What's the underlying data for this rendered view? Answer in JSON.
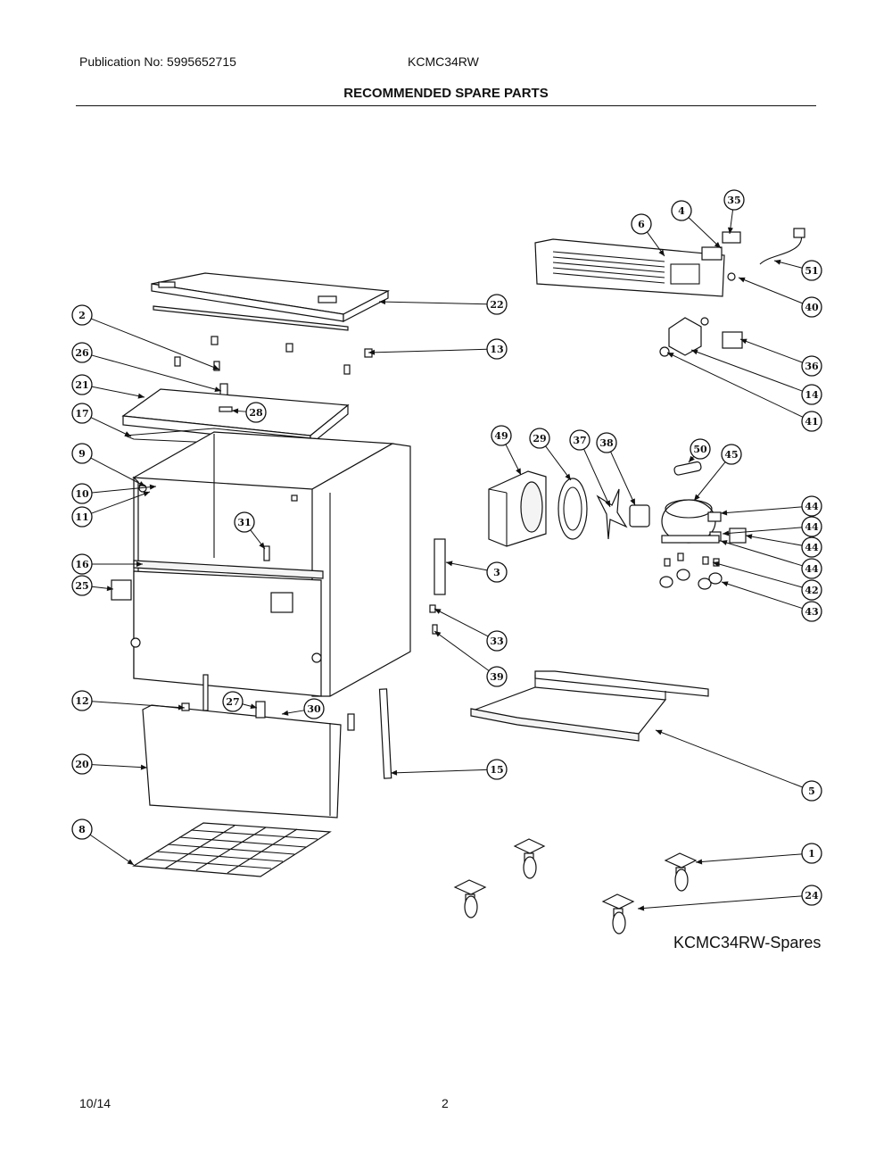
{
  "header": {
    "publication": "Publication No: 5995652715",
    "model": "KCMC34RW",
    "title": "RECOMMENDED SPARE PARTS"
  },
  "caption": "KCMC34RW-Spares",
  "footer": {
    "date": "10/14",
    "page": "2"
  },
  "callouts": [
    {
      "n": "35"
    },
    {
      "n": "4"
    },
    {
      "n": "6"
    },
    {
      "n": "51"
    },
    {
      "n": "40"
    },
    {
      "n": "22"
    },
    {
      "n": "2"
    },
    {
      "n": "13"
    },
    {
      "n": "26"
    },
    {
      "n": "36"
    },
    {
      "n": "21"
    },
    {
      "n": "14"
    },
    {
      "n": "28"
    },
    {
      "n": "17"
    },
    {
      "n": "41"
    },
    {
      "n": "49"
    },
    {
      "n": "29"
    },
    {
      "n": "37"
    },
    {
      "n": "38"
    },
    {
      "n": "9"
    },
    {
      "n": "50"
    },
    {
      "n": "45"
    },
    {
      "n": "10"
    },
    {
      "n": "11"
    },
    {
      "n": "44"
    },
    {
      "n": "31"
    },
    {
      "n": "44"
    },
    {
      "n": "44"
    },
    {
      "n": "16"
    },
    {
      "n": "3"
    },
    {
      "n": "44"
    },
    {
      "n": "25"
    },
    {
      "n": "42"
    },
    {
      "n": "43"
    },
    {
      "n": "33"
    },
    {
      "n": "39"
    },
    {
      "n": "12"
    },
    {
      "n": "27"
    },
    {
      "n": "30"
    },
    {
      "n": "20"
    },
    {
      "n": "15"
    },
    {
      "n": "5"
    },
    {
      "n": "8"
    },
    {
      "n": "1"
    },
    {
      "n": "24"
    }
  ]
}
